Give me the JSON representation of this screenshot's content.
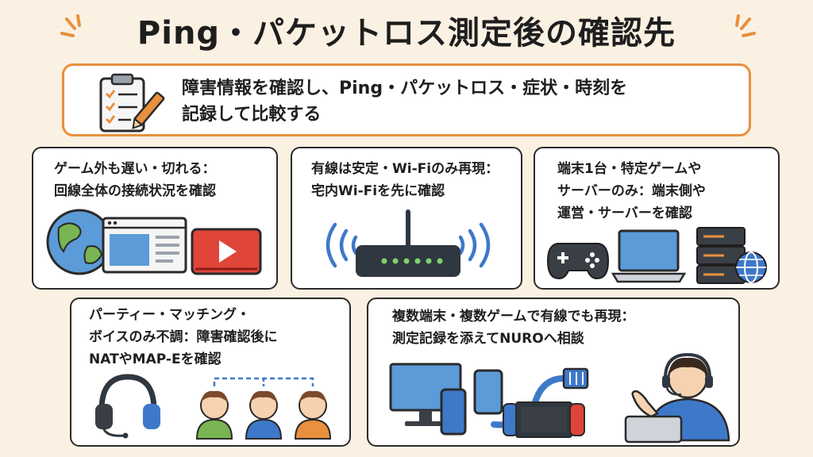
{
  "title": "Ping・パケットロス測定後の確認先",
  "summary": {
    "line1": "障害情報を確認し、Ping・パケットロス・症状・時刻を",
    "line2": "記録して比較する",
    "icon": "clipboard-checklist-icon"
  },
  "cards": [
    {
      "line1": "ゲーム外も遅い・切れる：",
      "line2": "回線全体の接続状況を確認",
      "icons": [
        "globe-icon",
        "browser-window-icon",
        "video-play-icon"
      ]
    },
    {
      "line1": "有線は安定・Wi-Fiのみ再現：",
      "line2": "宅内Wi-Fiを先に確認",
      "icons": [
        "wifi-router-icon",
        "wifi-waves-icon"
      ]
    },
    {
      "line1": "端末1台・特定ゲームや",
      "line2": "サーバーのみ：端末側や",
      "line3": "運営・サーバーを確認",
      "icons": [
        "gamepad-icon",
        "laptop-icon",
        "server-icon",
        "globe-icon"
      ]
    },
    {
      "line1": "パーティー・マッチング・",
      "line2": "ボイスのみ不調：障害確認後に",
      "line3": "NATやMAP-Eを確認",
      "icons": [
        "headset-icon",
        "players-icon"
      ]
    },
    {
      "line1": "複数端末・複数ゲームで有線でも再現：",
      "line2": "測定記録を添えてNUROへ相談",
      "icons": [
        "monitor-icon",
        "smartphone-icon",
        "lan-cable-icon",
        "handheld-console-icon",
        "support-operator-icon"
      ]
    }
  ],
  "colors": {
    "accent": "#e8903e",
    "background": "#fbf1e3",
    "wifi": "#3e79c9",
    "router": "#2f3740"
  }
}
